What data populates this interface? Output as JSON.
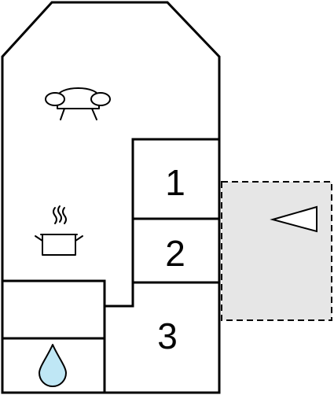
{
  "colors": {
    "wall": "#000000",
    "background": "#ffffff",
    "terrace_fill": "#e6e6e6",
    "water_drop": "#bfe7f5"
  },
  "icons": {
    "living": "sofa-icon",
    "kitchen": "cooking-pot-icon",
    "bathroom": "water-drop-icon",
    "entrance": "entrance-arrow-icon"
  },
  "rooms": {
    "bedroom_1": {
      "label": "1"
    },
    "bedroom_2": {
      "label": "2"
    },
    "bedroom_3": {
      "label": "3"
    }
  }
}
